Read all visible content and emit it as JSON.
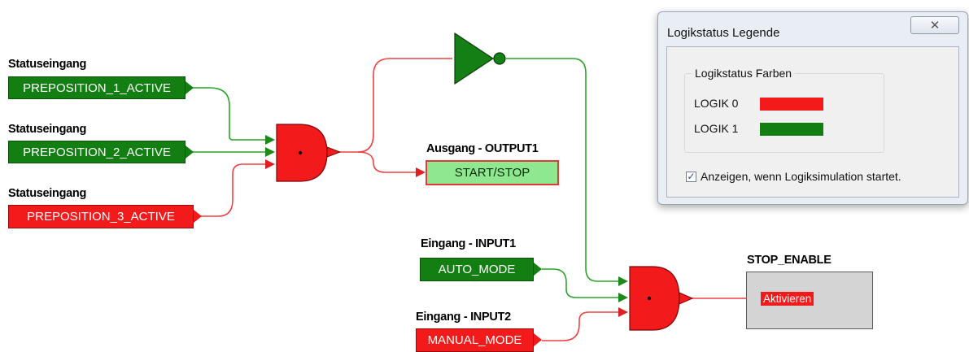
{
  "colors": {
    "logic0": "#f21a1a",
    "logic1": "#137f13",
    "output_fill": "#8fe88f",
    "block_gray": "#d4d4d4"
  },
  "inputs": [
    {
      "label": "Statuseingang",
      "value": "PREPOSITION_1_ACTIVE",
      "state": "logic1"
    },
    {
      "label": "Statuseingang",
      "value": "PREPOSITION_2_ACTIVE",
      "state": "logic1"
    },
    {
      "label": "Statuseingang",
      "value": "PREPOSITION_3_ACTIVE",
      "state": "logic0"
    },
    {
      "label": "Eingang - INPUT1",
      "value": "AUTO_MODE",
      "state": "logic1"
    },
    {
      "label": "Eingang - INPUT2",
      "value": "MANUAL_MODE",
      "state": "logic0"
    }
  ],
  "output": {
    "label": "Ausgang - OUTPUT1",
    "value": "START/STOP",
    "state": "logic0"
  },
  "gates": [
    {
      "type": "and",
      "state": "logic0"
    },
    {
      "type": "not",
      "state": "logic1"
    },
    {
      "type": "and",
      "state": "logic0"
    }
  ],
  "stop_enable": {
    "title": "STOP_ENABLE",
    "pin": "Aktivieren",
    "state": "logic0"
  },
  "legend": {
    "title": "Logikstatus Legende",
    "close_icon": "close-icon",
    "group_title": "Logikstatus Farben",
    "items": [
      {
        "label": "LOGIK 0",
        "color": "#f21a1a"
      },
      {
        "label": "LOGIK 1",
        "color": "#137f13"
      }
    ],
    "checkbox": {
      "label": "Anzeigen, wenn Logiksimulation startet.",
      "checked": true
    }
  }
}
